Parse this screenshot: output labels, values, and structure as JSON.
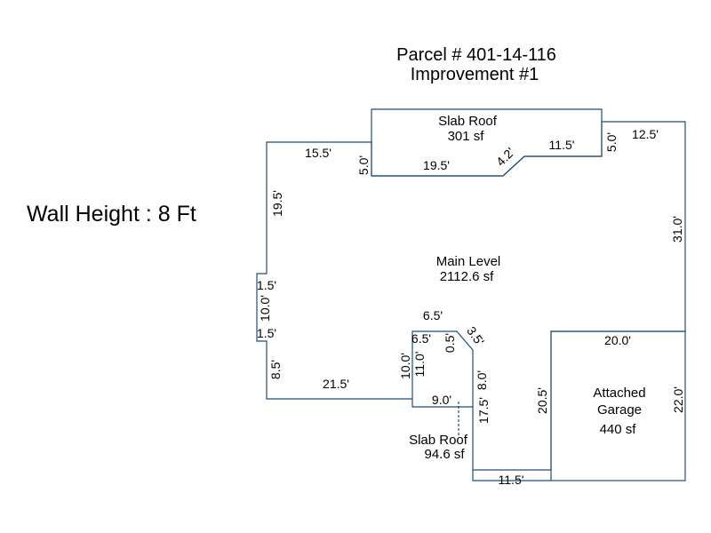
{
  "title": {
    "parcel": "Parcel # 401-14-116",
    "improvement": "Improvement #1"
  },
  "wall_height": "Wall Height : 8 Ft",
  "areas": {
    "slab_roof_top": {
      "name": "Slab Roof",
      "area": "301 sf"
    },
    "main_level": {
      "name": "Main Level",
      "area": "2112.6 sf"
    },
    "slab_roof_bottom": {
      "name": "Slab Roof",
      "area": "94.6 sf"
    },
    "garage": {
      "name_line1": "Attached",
      "name_line2": "Garage",
      "area": "440 sf"
    }
  },
  "dimensions": {
    "d_15_5": "15.5'",
    "d_5_0_left": "5.0'",
    "d_19_5_bottom": "19.5'",
    "d_4_2": "4.2'",
    "d_11_5_top": "11.5'",
    "d_5_0_right": "5.0'",
    "d_12_5": "12.5'",
    "d_19_5_left": "19.5'",
    "d_31_0": "31.0'",
    "d_1_5_a": "1.5'",
    "d_10_0_left": "10.0'",
    "d_1_5_b": "1.5'",
    "d_8_5": "8.5'",
    "d_21_5": "21.5'",
    "d_6_5_top": "6.5'",
    "d_6_5_inner": "6.5'",
    "d_0_5": "0.5'",
    "d_3_5": "3.5'",
    "d_10_0_inner": "10.0'",
    "d_11_0": "11.0'",
    "d_8_0": "8.0'",
    "d_9_0": "9.0'",
    "d_17_5": "17.5'",
    "d_20_0": "20.0'",
    "d_20_5": "20.5'",
    "d_22_0": "22.0'",
    "d_11_5_bottom": "11.5'"
  }
}
